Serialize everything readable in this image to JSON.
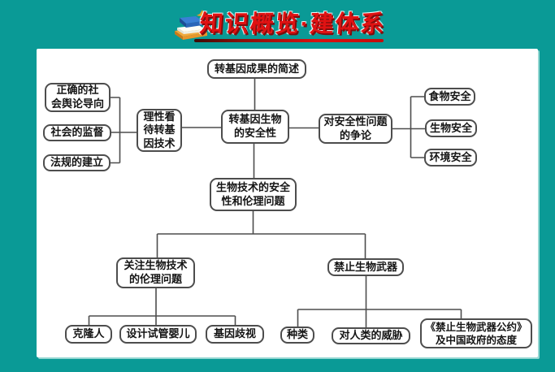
{
  "header": {
    "title": "知识概览·建体系",
    "icon": "stacked-books-icon"
  },
  "colors": {
    "background_teal": "#0a9a96",
    "panel_white": "#ffffff",
    "title_red": "#e01212",
    "underline_red": "#d91111",
    "box_border_gray": "#4d4d4d",
    "connector_gray": "#4d4d4d"
  },
  "nodes": {
    "summary": "转基因成果的简述",
    "gmo_safety": "转基因生物\n的安全性",
    "rational": "理性看\n待转基\n因技术",
    "opinion": "正确的社\n会舆论导向",
    "supervision": "社会的监督",
    "legislation": "法规的建立",
    "debate": "对安全性问题\n的争论",
    "food_safety": "食物安全",
    "bio_safety": "生物安全",
    "env_safety": "环境安全",
    "biotech_issues": "生物技术的安全\n性和伦理问题",
    "ethics_concern": "关注生物技术\n的伦理问题",
    "cloning": "克隆人",
    "designer_baby": "设计试管婴儿",
    "gene_discrimination": "基因歧视",
    "ban_bioweapons": "禁止生物武器",
    "weapon_types": "种类",
    "human_threat": "对人类的威胁",
    "treaty": "《禁止生物武器公约》\n及中国政府的态度"
  }
}
